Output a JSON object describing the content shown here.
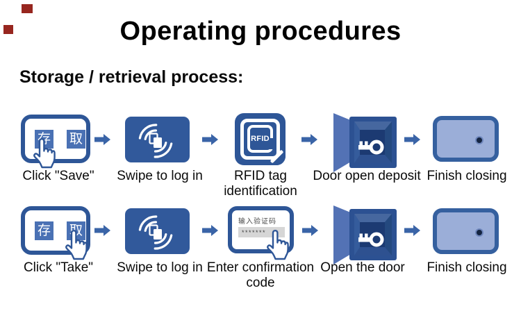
{
  "slide": {
    "title": "Operating procedures",
    "subtitle": "Storage / retrieval process:"
  },
  "panel": {
    "save_char": "存",
    "take_char": "取"
  },
  "rfid": {
    "text": "RFID"
  },
  "code_panel": {
    "prompt": "输入验证码",
    "mask": "*******"
  },
  "colors": {
    "primary_blue": "#2E5697",
    "button_blue": "#4A71B4",
    "swipe_blue": "#31599B",
    "arrow_blue": "#3A64A7",
    "door_panel_blue": "#5372B5",
    "safe_back_navy": "#1C3A72",
    "closed_door_fill": "#9BAED8",
    "input_gray": "#D6D6D6",
    "marker_red": "#97261F"
  },
  "rows": [
    {
      "steps": [
        {
          "lines": [
            "Click \"Save\""
          ]
        },
        {
          "lines": [
            "Swipe to log in"
          ]
        },
        {
          "lines": [
            "RFID tag",
            "identification"
          ]
        },
        {
          "lines": [
            "Door open deposit"
          ]
        },
        {
          "lines": [
            "Finish closing"
          ]
        }
      ]
    },
    {
      "steps": [
        {
          "lines": [
            "Click \"Take\""
          ]
        },
        {
          "lines": [
            "Swipe to log in"
          ]
        },
        {
          "lines": [
            "Enter confirmation",
            "code"
          ]
        },
        {
          "lines": [
            "Open the door"
          ]
        },
        {
          "lines": [
            "Finish closing"
          ]
        }
      ]
    }
  ]
}
